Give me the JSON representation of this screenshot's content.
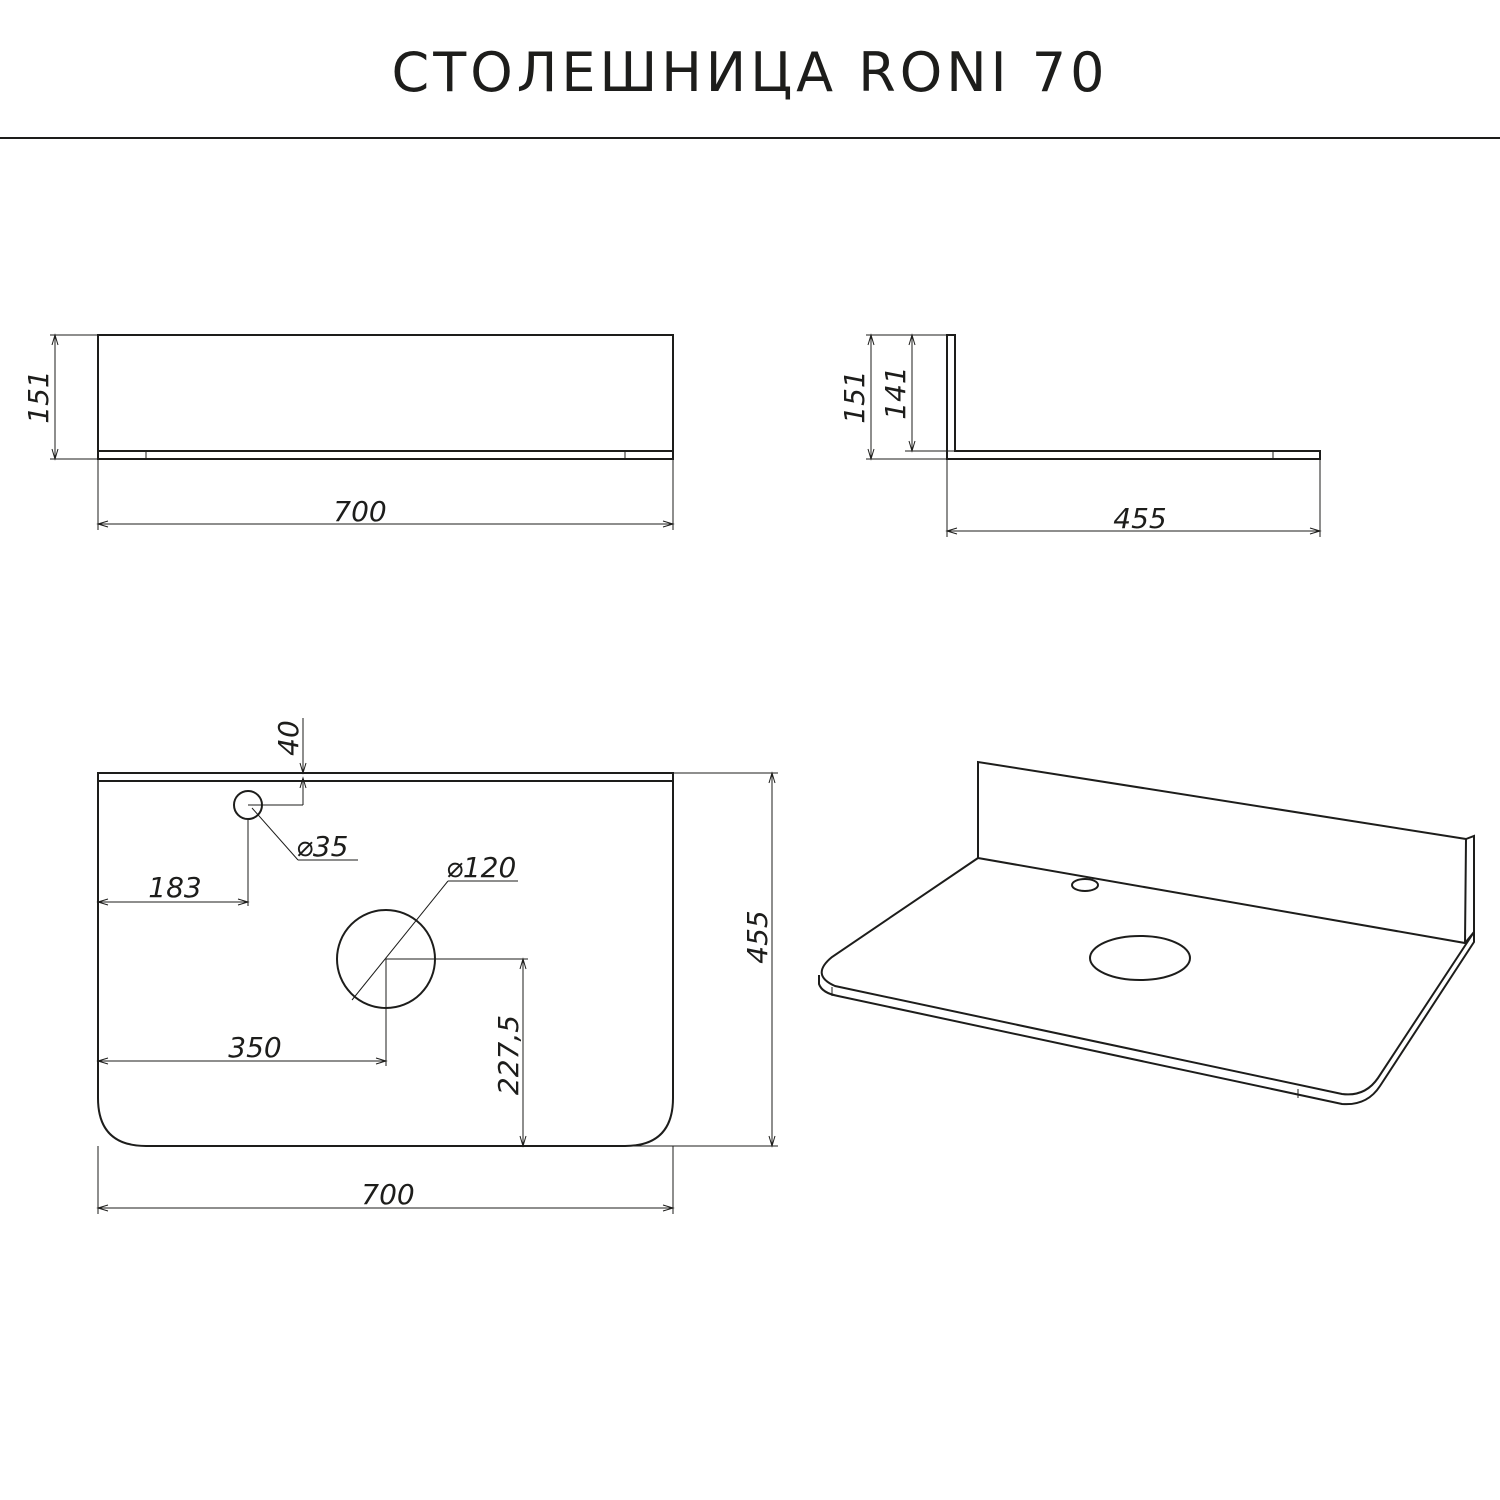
{
  "title": "СТОЛЕШНИЦА RONI 70",
  "colors": {
    "line": "#1d1d1b",
    "background": "#ffffff"
  },
  "front_view": {
    "height": "151",
    "width": "700"
  },
  "side_view": {
    "height_total": "151",
    "height_back": "141",
    "depth": "455"
  },
  "top_view": {
    "tap_hole_offset": "40",
    "tap_hole_diameter": "⌀35",
    "tap_hole_x": "183",
    "sink_hole_diameter": "⌀120",
    "sink_hole_x": "350",
    "sink_hole_y": "227,5",
    "depth": "455",
    "width": "700"
  }
}
